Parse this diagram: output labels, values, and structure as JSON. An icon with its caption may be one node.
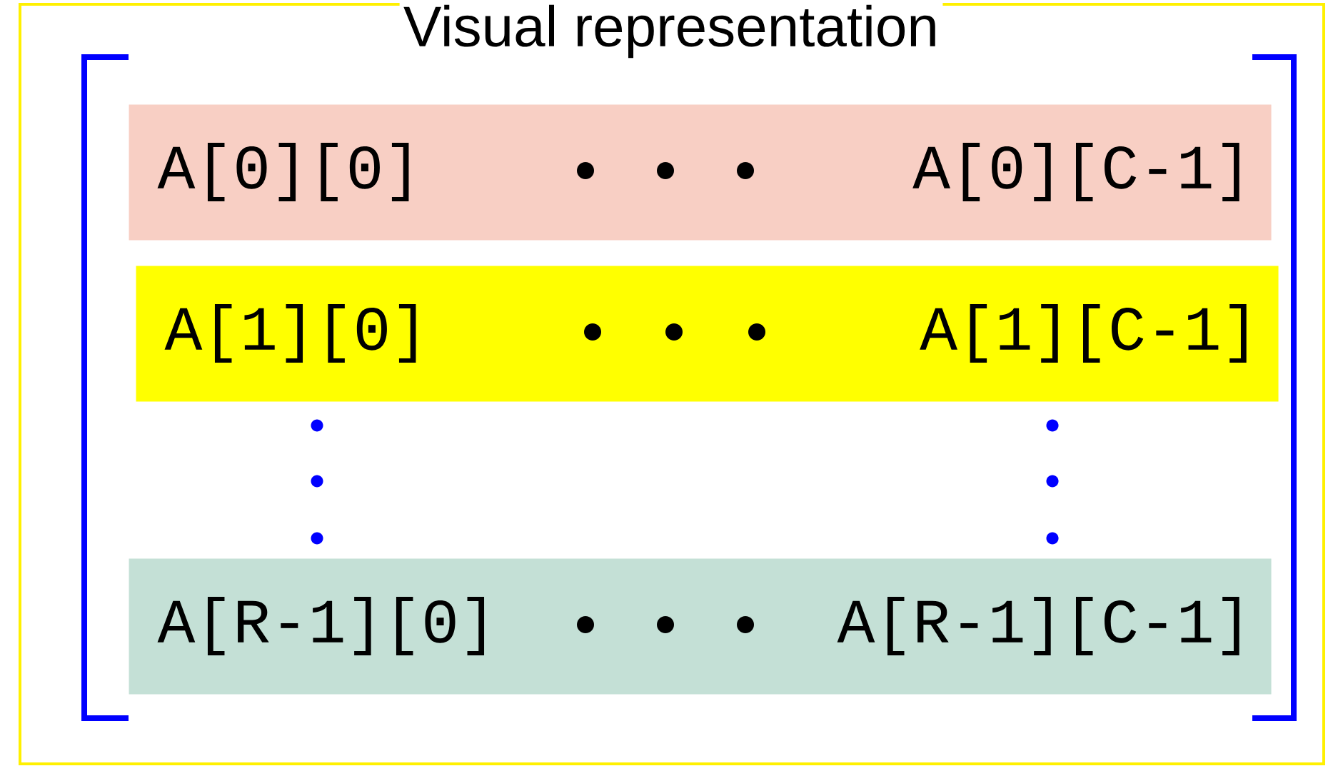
{
  "diagram": {
    "title": "Visual representation",
    "nodes": [
      {
        "text": [
          "A[0][0]",
          "A[0][C-1]"
        ]
      },
      {
        "text": [
          "A[1][0]",
          "A[1][C-1]"
        ]
      },
      {
        "text": [
          "A[R-1][0]",
          "A[R-1][C-1]"
        ]
      }
    ]
  }
}
